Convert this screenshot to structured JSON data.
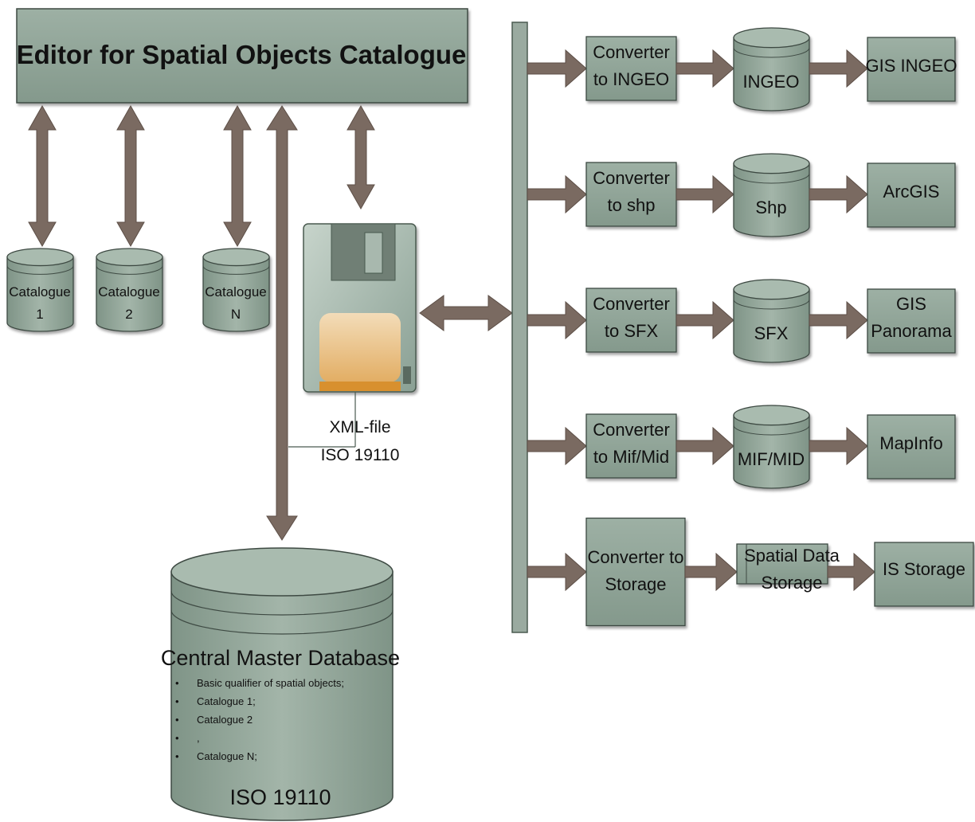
{
  "colors": {
    "box_fill": "#8fa397",
    "box_stroke": "#3e4a43",
    "arrow": "#7a6a61",
    "bus": "#9aaaa0"
  },
  "editor": {
    "title": "Editor for Spatial Objects Catalogue"
  },
  "catalogues": [
    {
      "line1": "Catalogue",
      "line2": "1"
    },
    {
      "line1": "Catalogue",
      "line2": "2"
    },
    {
      "line1": "Catalogue",
      "line2": "N"
    }
  ],
  "xml_file": {
    "icon": "floppy-disk-icon",
    "line1": "XML-file",
    "line2": "ISO 19110"
  },
  "central_db": {
    "title": "Central Master Database",
    "items": [
      "Basic qualifier of spatial objects;",
      "Catalogue 1;",
      "Catalogue 2",
      ",",
      "Catalogue N;"
    ],
    "footer": "ISO 19110"
  },
  "rows": [
    {
      "converter": [
        "Converter",
        "to INGEO"
      ],
      "store": [
        "INGEO"
      ],
      "target": [
        "GIS INGEO"
      ]
    },
    {
      "converter": [
        "Converter",
        "to shp"
      ],
      "store": [
        "Shp"
      ],
      "target": [
        "ArcGIS"
      ]
    },
    {
      "converter": [
        "Converter",
        "to SFX"
      ],
      "store": [
        "SFX"
      ],
      "target": [
        "GIS",
        "Panorama"
      ]
    },
    {
      "converter": [
        "Converter",
        "to Mif/Mid"
      ],
      "store": [
        "MIF/MID"
      ],
      "target": [
        "MapInfo"
      ]
    },
    {
      "converter": [
        "Converter to",
        "Storage"
      ],
      "store": [
        "Spatial Data",
        "Storage"
      ],
      "target": [
        "IS Storage"
      ]
    }
  ]
}
